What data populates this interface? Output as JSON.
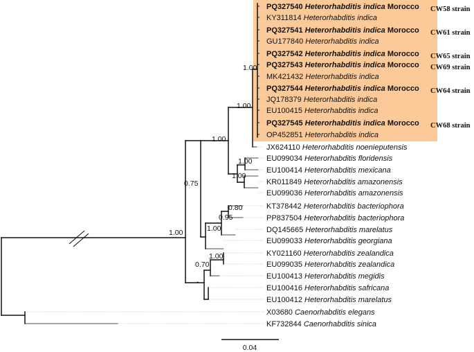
{
  "colors": {
    "branch": "#111111",
    "guide": "#bdbdbd",
    "highlight": "#fcc998"
  },
  "taxa": [
    {
      "acc": "PQ327540",
      "species": "Heterorhabditis indica",
      "country": "Morocco",
      "strain": "CW58 strain",
      "bold": true
    },
    {
      "acc": "KY311814",
      "species": "Heterorhabditis indica",
      "country": "",
      "strain": "",
      "bold": false
    },
    {
      "acc": "PQ327541",
      "species": "Heterorhabditis indica",
      "country": "Morocco",
      "strain": "CW61 strain",
      "bold": true
    },
    {
      "acc": "GU177840",
      "species": "Heterorhabditis indica",
      "country": "",
      "strain": "",
      "bold": false
    },
    {
      "acc": "PQ327542",
      "species": "Heterorhabditis indica",
      "country": "Morocco",
      "strain": "CW65 strain",
      "bold": true
    },
    {
      "acc": "PQ327543",
      "species": "Heterorhabditis indica",
      "country": "Morocco",
      "strain": "CW69 strain",
      "bold": true
    },
    {
      "acc": "MK421432",
      "species": "Heterorhabditis indica",
      "country": "",
      "strain": "",
      "bold": false
    },
    {
      "acc": "PQ327544",
      "species": "Heterorhabditis indica",
      "country": "Morocco",
      "strain": "CW64 strain",
      "bold": true
    },
    {
      "acc": "JQ178379",
      "species": "Heterorhabditis indica",
      "country": "",
      "strain": "",
      "bold": false
    },
    {
      "acc": "EU100415",
      "species": "Heterorhabditis indica",
      "country": "",
      "strain": "",
      "bold": false
    },
    {
      "acc": "PQ327545",
      "species": "Heterorhabditis indica",
      "country": "Morocco",
      "strain": "CW68 strain",
      "bold": true
    },
    {
      "acc": "OP452851",
      "species": "Heterorhabditis indica",
      "country": "",
      "strain": "",
      "bold": false
    },
    {
      "acc": "JX624110",
      "species": "Heterorhabditis noenieputensis",
      "country": "",
      "strain": "",
      "bold": false
    },
    {
      "acc": "EU099034",
      "species": "Heterorhabditis floridensis",
      "country": "",
      "strain": "",
      "bold": false
    },
    {
      "acc": "EU100414",
      "species": "Heterorhabditis mexicana",
      "country": "",
      "strain": "",
      "bold": false
    },
    {
      "acc": "KR011849",
      "species": "Heterorhabditis amazonensis",
      "country": "",
      "strain": "",
      "bold": false
    },
    {
      "acc": "EU099036",
      "species": "Heterorhabditis amazonensis",
      "country": "",
      "strain": "",
      "bold": false
    },
    {
      "acc": "KT378442",
      "species": "Heterorhabditis bacteriophora",
      "country": "",
      "strain": "",
      "bold": false
    },
    {
      "acc": "PP837504",
      "species": "Heterorhabditis bacteriophora",
      "country": "",
      "strain": "",
      "bold": false
    },
    {
      "acc": "DQ145665",
      "species": "Heterorhabditis marelatus",
      "country": "",
      "strain": "",
      "bold": false
    },
    {
      "acc": "EU099033",
      "species": "Heterorhabditis georgiana",
      "country": "",
      "strain": "",
      "bold": false
    },
    {
      "acc": "KY021160",
      "species": "Heterorhabditis zealandica",
      "country": "",
      "strain": "",
      "bold": false
    },
    {
      "acc": "EU099035",
      "species": "Heterorhabditis zealandica",
      "country": "",
      "strain": "",
      "bold": false
    },
    {
      "acc": "EU100413",
      "species": "Heterorhabditis megidis",
      "country": "",
      "strain": "",
      "bold": false
    },
    {
      "acc": "EU100416",
      "species": "Heterorhabditis safricana",
      "country": "",
      "strain": "",
      "bold": false
    },
    {
      "acc": "EU100412",
      "species": "Heterorhabditis marelatus",
      "country": "",
      "strain": "",
      "bold": false
    },
    {
      "acc": "X03680",
      "species": "Caenorhabditis elegans",
      "country": "",
      "strain": "",
      "bold": false
    },
    {
      "acc": "KF732844",
      "species": "Caenorhabditis sinica",
      "country": "",
      "strain": "",
      "bold": false
    }
  ],
  "support_values": [
    "1.00",
    "1.00",
    "1.00",
    "1.00",
    "1.00",
    "0.75",
    "1.00",
    "0.80",
    "0.95",
    "1.00",
    "1.00",
    "0.70",
    "-"
  ],
  "scale_bar": {
    "label": "0.04"
  }
}
